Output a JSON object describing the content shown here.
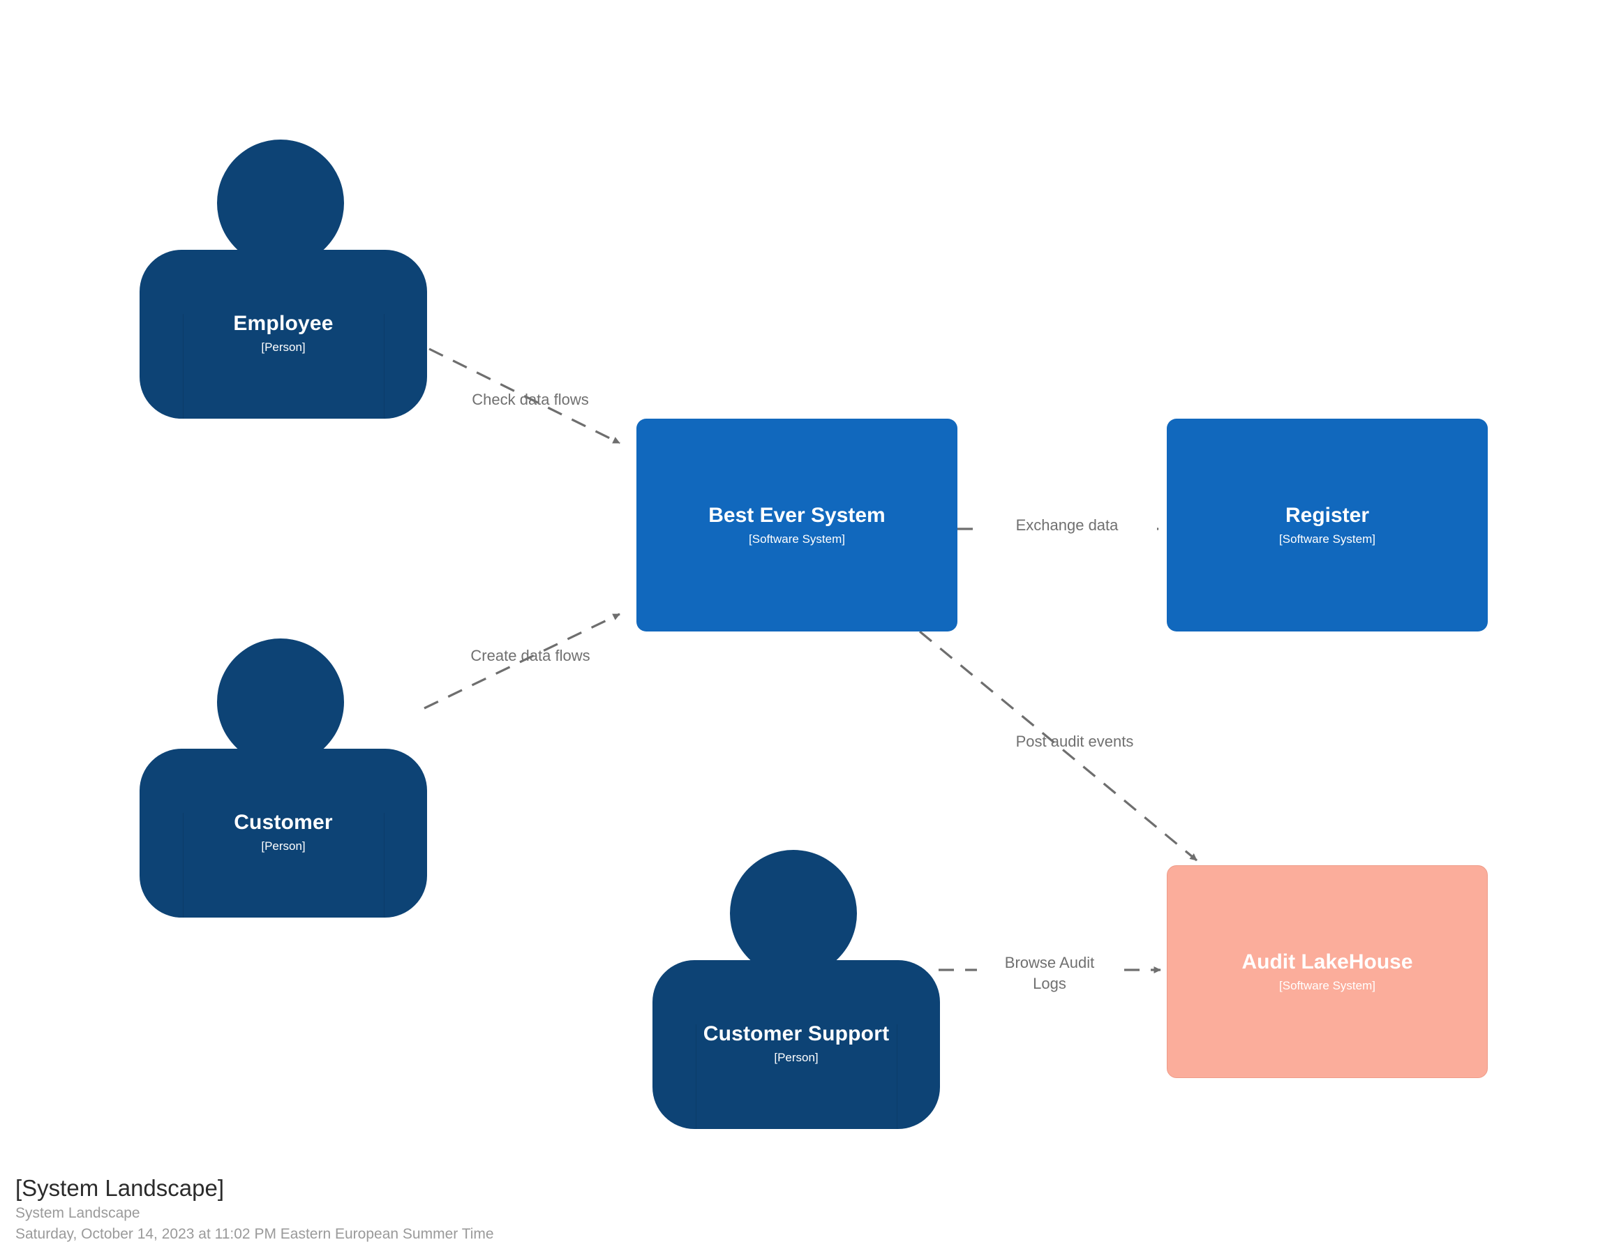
{
  "diagram": {
    "type": "c4-system-landscape",
    "background": "#ffffff",
    "palette": {
      "person_fill": "#0D4375",
      "system_fill": "#1168BD",
      "external_fill": "#FBAD9B",
      "external_border": "#EE9C89",
      "edge_color": "#707070",
      "label_text": "#707070",
      "node_text": "#ffffff",
      "caption_title": "#2b2b2b",
      "caption_sub": "#9a9a9a"
    }
  },
  "nodes": [
    {
      "id": "employee",
      "shape": "person",
      "title": "Employee",
      "kind": "[Person]",
      "fill": "#0D4375"
    },
    {
      "id": "customer",
      "shape": "person",
      "title": "Customer",
      "kind": "[Person]",
      "fill": "#0D4375"
    },
    {
      "id": "customer-support",
      "shape": "person",
      "title": "Customer Support",
      "kind": "[Person]",
      "fill": "#0D4375"
    },
    {
      "id": "best-ever-system",
      "shape": "box",
      "title": "Best Ever System",
      "kind": "[Software System]",
      "fill": "#1168BD"
    },
    {
      "id": "register",
      "shape": "box",
      "title": "Register",
      "kind": "[Software System]",
      "fill": "#1168BD"
    },
    {
      "id": "audit-lakehouse",
      "shape": "box",
      "title": "Audit LakeHouse",
      "kind": "[Software System]",
      "fill": "#FBAD9B"
    }
  ],
  "edges": [
    {
      "id": "check-data-flows",
      "from": "employee",
      "to": "best-ever-system",
      "label": "Check data flows",
      "style": "dashed"
    },
    {
      "id": "create-data-flows",
      "from": "customer",
      "to": "best-ever-system",
      "label": "Create data flows",
      "style": "dashed"
    },
    {
      "id": "exchange-data",
      "from": "best-ever-system",
      "to": "register",
      "label": "Exchange data",
      "style": "dashed"
    },
    {
      "id": "post-audit-events",
      "from": "best-ever-system",
      "to": "audit-lakehouse",
      "label": "Post audit events",
      "style": "dashed"
    },
    {
      "id": "browse-audit-logs",
      "from": "customer-support",
      "to": "audit-lakehouse",
      "label": "Browse Audit\nLogs",
      "style": "dashed"
    }
  ],
  "caption": {
    "title": "[System Landscape]",
    "subtitle": "System Landscape",
    "timestamp": "Saturday, October 14, 2023 at 11:02 PM Eastern European Summer Time"
  }
}
